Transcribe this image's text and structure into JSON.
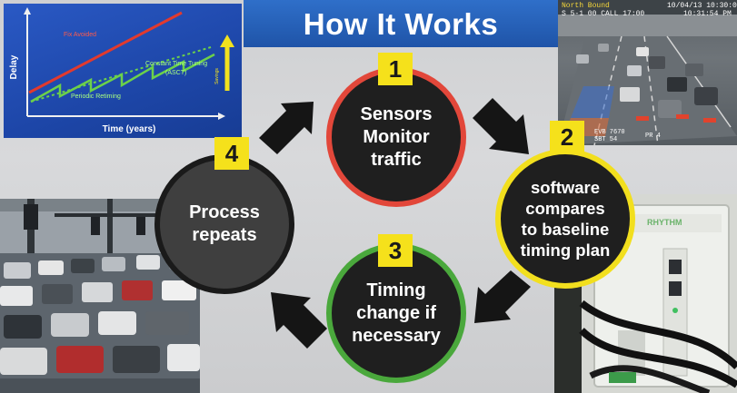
{
  "title": "How It Works",
  "graph": {
    "ylabel": "Delay",
    "xlabel": "Time (years)",
    "label_top": "Fix Avoided",
    "label_zigzag": "Periodic Retiming",
    "label_constant_1": "Constant Time Tuning",
    "label_constant_2": "(ASCT)",
    "label_arrow": "Savings",
    "colors": {
      "red_line": "#e23a2e",
      "green_line": "#6cd14a",
      "yellow_arrow": "#f2e21e"
    }
  },
  "camera": {
    "overlay_top": "North Bound",
    "overlay_date": "10/04/13 10:30:09",
    "overlay_sub": "S  5-1 00  CALL 17:00",
    "overlay_time": "10:31:54 PM",
    "overlay_bottom_1": "EVB 7670",
    "overlay_bottom_2": "SBT 54",
    "overlay_bottom_3": "PR 4"
  },
  "controller": {
    "brand": "RHYTHM"
  },
  "steps": [
    {
      "number": "1",
      "lines": [
        "Sensors",
        "Monitor",
        "traffic"
      ],
      "ring_color": "#e2473a"
    },
    {
      "number": "2",
      "lines": [
        "software",
        "compares",
        "to baseline",
        "timing plan"
      ],
      "ring_color": "#f2df1e"
    },
    {
      "number": "3",
      "lines": [
        "Timing",
        "change if",
        "necessary"
      ],
      "ring_color": "#4aa83c"
    },
    {
      "number": "4",
      "lines": [
        "Process",
        "repeats"
      ],
      "ring_color": "#1a1a1a"
    }
  ]
}
